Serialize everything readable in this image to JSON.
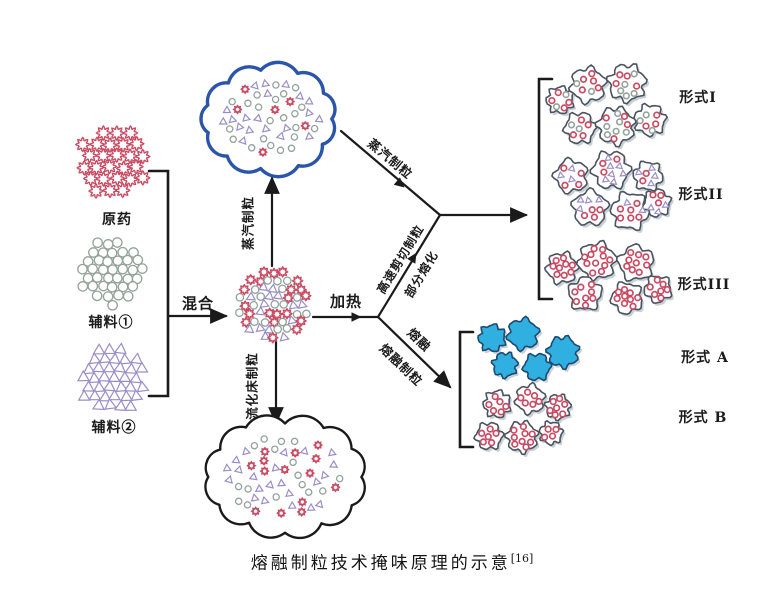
{
  "materials": {
    "drug": {
      "label": "原药"
    },
    "excipient1": {
      "label": "辅料①"
    },
    "excipient2": {
      "label": "辅料②"
    }
  },
  "process": {
    "mix": "混合",
    "heat": "加热",
    "steam_granulation_top": "蒸汽制粒",
    "steam_granulation_diagonal": "蒸汽制粒",
    "fluidized_bed_granulation": "流化床制粒",
    "high_shear_granulation": "高速剪切制粒",
    "partial_melting": "部分熔化",
    "melting": "熔融",
    "melt_granulation": "熔融制粒"
  },
  "forms": {
    "form_I": "形式I",
    "form_II": "形式II",
    "form_III": "形式III",
    "form_A": "形式 A",
    "form_B": "形式 B"
  },
  "caption": {
    "text": "熔融制粒技术掩味原理的示意",
    "ref": "[16]"
  },
  "colors": {
    "drug_red": "#c94b63",
    "excipient1_gray": "#93a29a",
    "excipient2_purple": "#9a8ec7",
    "cloud_top_stroke": "#2a55a8",
    "cloud_bottom_stroke": "#1a1a1a",
    "arrow": "#1a1a1a",
    "blob_stroke": "#4a545f",
    "blob_shadow": "#bcc5ce",
    "form_a_fill": "#2fb0e0",
    "form_a_stroke": "#1d4a70",
    "background": "#ffffff"
  }
}
